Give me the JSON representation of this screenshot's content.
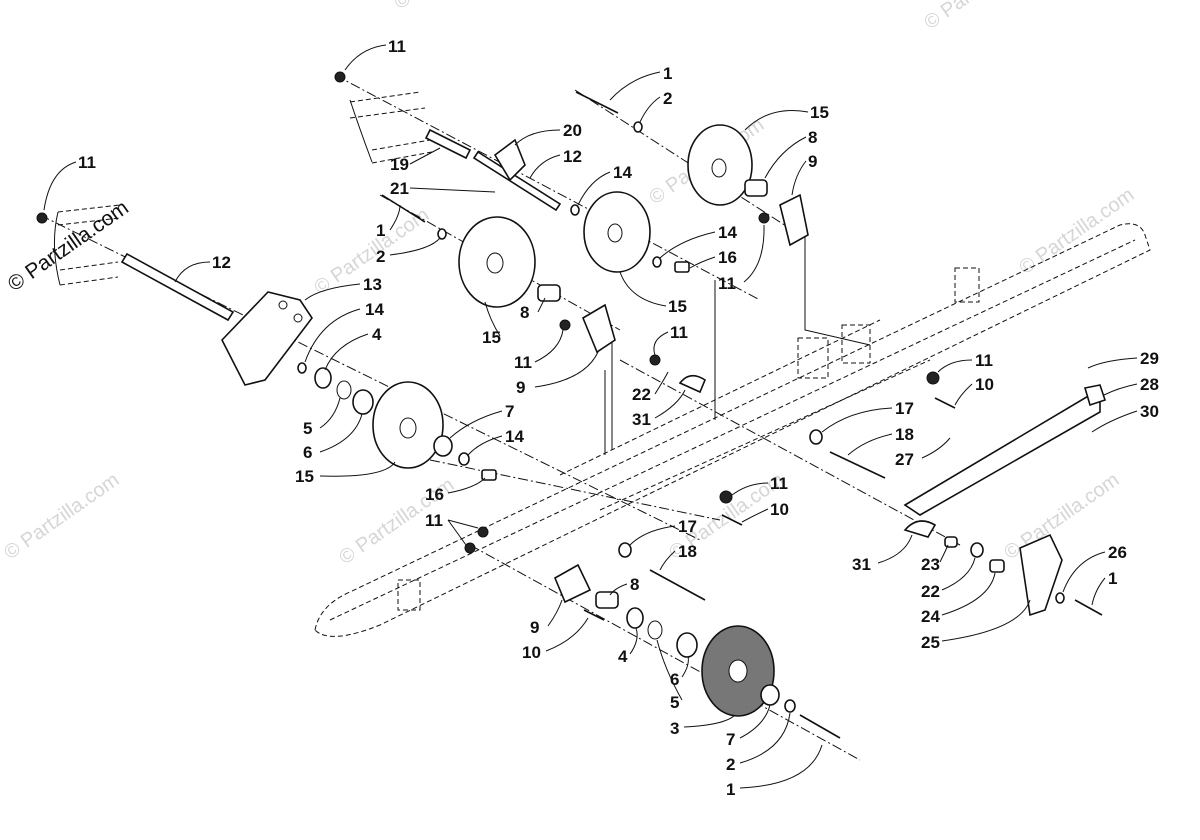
{
  "watermark": {
    "main": "© Partzilla.com",
    "repeat": "© Partzilla.com"
  },
  "callouts": [
    {
      "id": "c1",
      "label": "11"
    },
    {
      "id": "c2",
      "label": "1"
    },
    {
      "id": "c3",
      "label": "2"
    },
    {
      "id": "c4",
      "label": "15"
    },
    {
      "id": "c5",
      "label": "8"
    },
    {
      "id": "c6",
      "label": "9"
    },
    {
      "id": "c7",
      "label": "20"
    },
    {
      "id": "c8",
      "label": "12"
    },
    {
      "id": "c9",
      "label": "19"
    },
    {
      "id": "c10",
      "label": "21"
    },
    {
      "id": "c11",
      "label": "14"
    },
    {
      "id": "c12",
      "label": "11"
    },
    {
      "id": "c13",
      "label": "12"
    },
    {
      "id": "c14",
      "label": "1"
    },
    {
      "id": "c15",
      "label": "2"
    },
    {
      "id": "c16",
      "label": "14"
    },
    {
      "id": "c17",
      "label": "16"
    },
    {
      "id": "c18",
      "label": "11"
    },
    {
      "id": "c19",
      "label": "15"
    },
    {
      "id": "c20",
      "label": "13"
    },
    {
      "id": "c21",
      "label": "14"
    },
    {
      "id": "c22",
      "label": "4"
    },
    {
      "id": "c23",
      "label": "8"
    },
    {
      "id": "c24",
      "label": "15"
    },
    {
      "id": "c25",
      "label": "11"
    },
    {
      "id": "c26",
      "label": "9"
    },
    {
      "id": "c27",
      "label": "11"
    },
    {
      "id": "c28",
      "label": "22"
    },
    {
      "id": "c29",
      "label": "31"
    },
    {
      "id": "c30",
      "label": "11"
    },
    {
      "id": "c31",
      "label": "10"
    },
    {
      "id": "c32",
      "label": "29"
    },
    {
      "id": "c33",
      "label": "28"
    },
    {
      "id": "c34",
      "label": "30"
    },
    {
      "id": "c35",
      "label": "5"
    },
    {
      "id": "c36",
      "label": "6"
    },
    {
      "id": "c37",
      "label": "15"
    },
    {
      "id": "c38",
      "label": "7"
    },
    {
      "id": "c39",
      "label": "14"
    },
    {
      "id": "c40",
      "label": "16"
    },
    {
      "id": "c41",
      "label": "17"
    },
    {
      "id": "c42",
      "label": "18"
    },
    {
      "id": "c43",
      "label": "27"
    },
    {
      "id": "c44",
      "label": "11"
    },
    {
      "id": "c45",
      "label": "10"
    },
    {
      "id": "c46",
      "label": "11"
    },
    {
      "id": "c47",
      "label": "17"
    },
    {
      "id": "c48",
      "label": "18"
    },
    {
      "id": "c49",
      "label": "31"
    },
    {
      "id": "c50",
      "label": "23"
    },
    {
      "id": "c51",
      "label": "22"
    },
    {
      "id": "c52",
      "label": "24"
    },
    {
      "id": "c53",
      "label": "25"
    },
    {
      "id": "c54",
      "label": "26"
    },
    {
      "id": "c55",
      "label": "1"
    },
    {
      "id": "c56",
      "label": "9"
    },
    {
      "id": "c57",
      "label": "8"
    },
    {
      "id": "c58",
      "label": "10"
    },
    {
      "id": "c59",
      "label": "4"
    },
    {
      "id": "c60",
      "label": "6"
    },
    {
      "id": "c61",
      "label": "5"
    },
    {
      "id": "c62",
      "label": "3"
    },
    {
      "id": "c63",
      "label": "7"
    },
    {
      "id": "c64",
      "label": "2"
    },
    {
      "id": "c65",
      "label": "1"
    }
  ]
}
